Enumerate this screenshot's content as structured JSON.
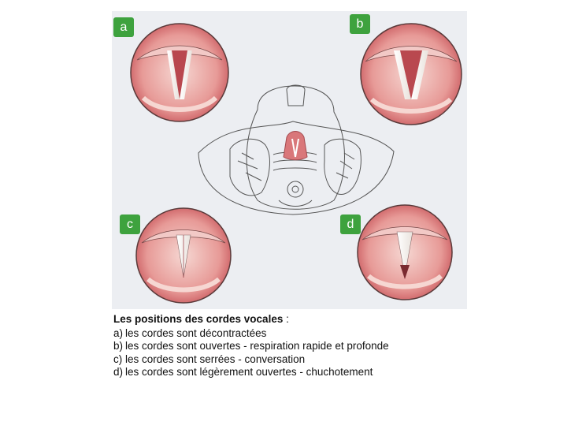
{
  "figure": {
    "badges": [
      "a",
      "b",
      "c",
      "d"
    ]
  },
  "caption": {
    "title": "Les positions des cordes vocales",
    "title_suffix": " :",
    "items": [
      {
        "marker": "a)",
        "text": "les cordes sont décontractées"
      },
      {
        "marker": "b)",
        "text": "les cordes sont ouvertes - respiration rapide et profonde"
      },
      {
        "marker": "c)",
        "text": "les cordes sont serrées - conversation"
      },
      {
        "marker": "d)",
        "text": "les cordes sont légèrement ouvertes - chuchotement"
      }
    ]
  },
  "colors": {
    "badge": "#3ea23e",
    "tissue": "#d9777a",
    "tissue_light": "#f2c9c6",
    "background": "#eceef2"
  }
}
